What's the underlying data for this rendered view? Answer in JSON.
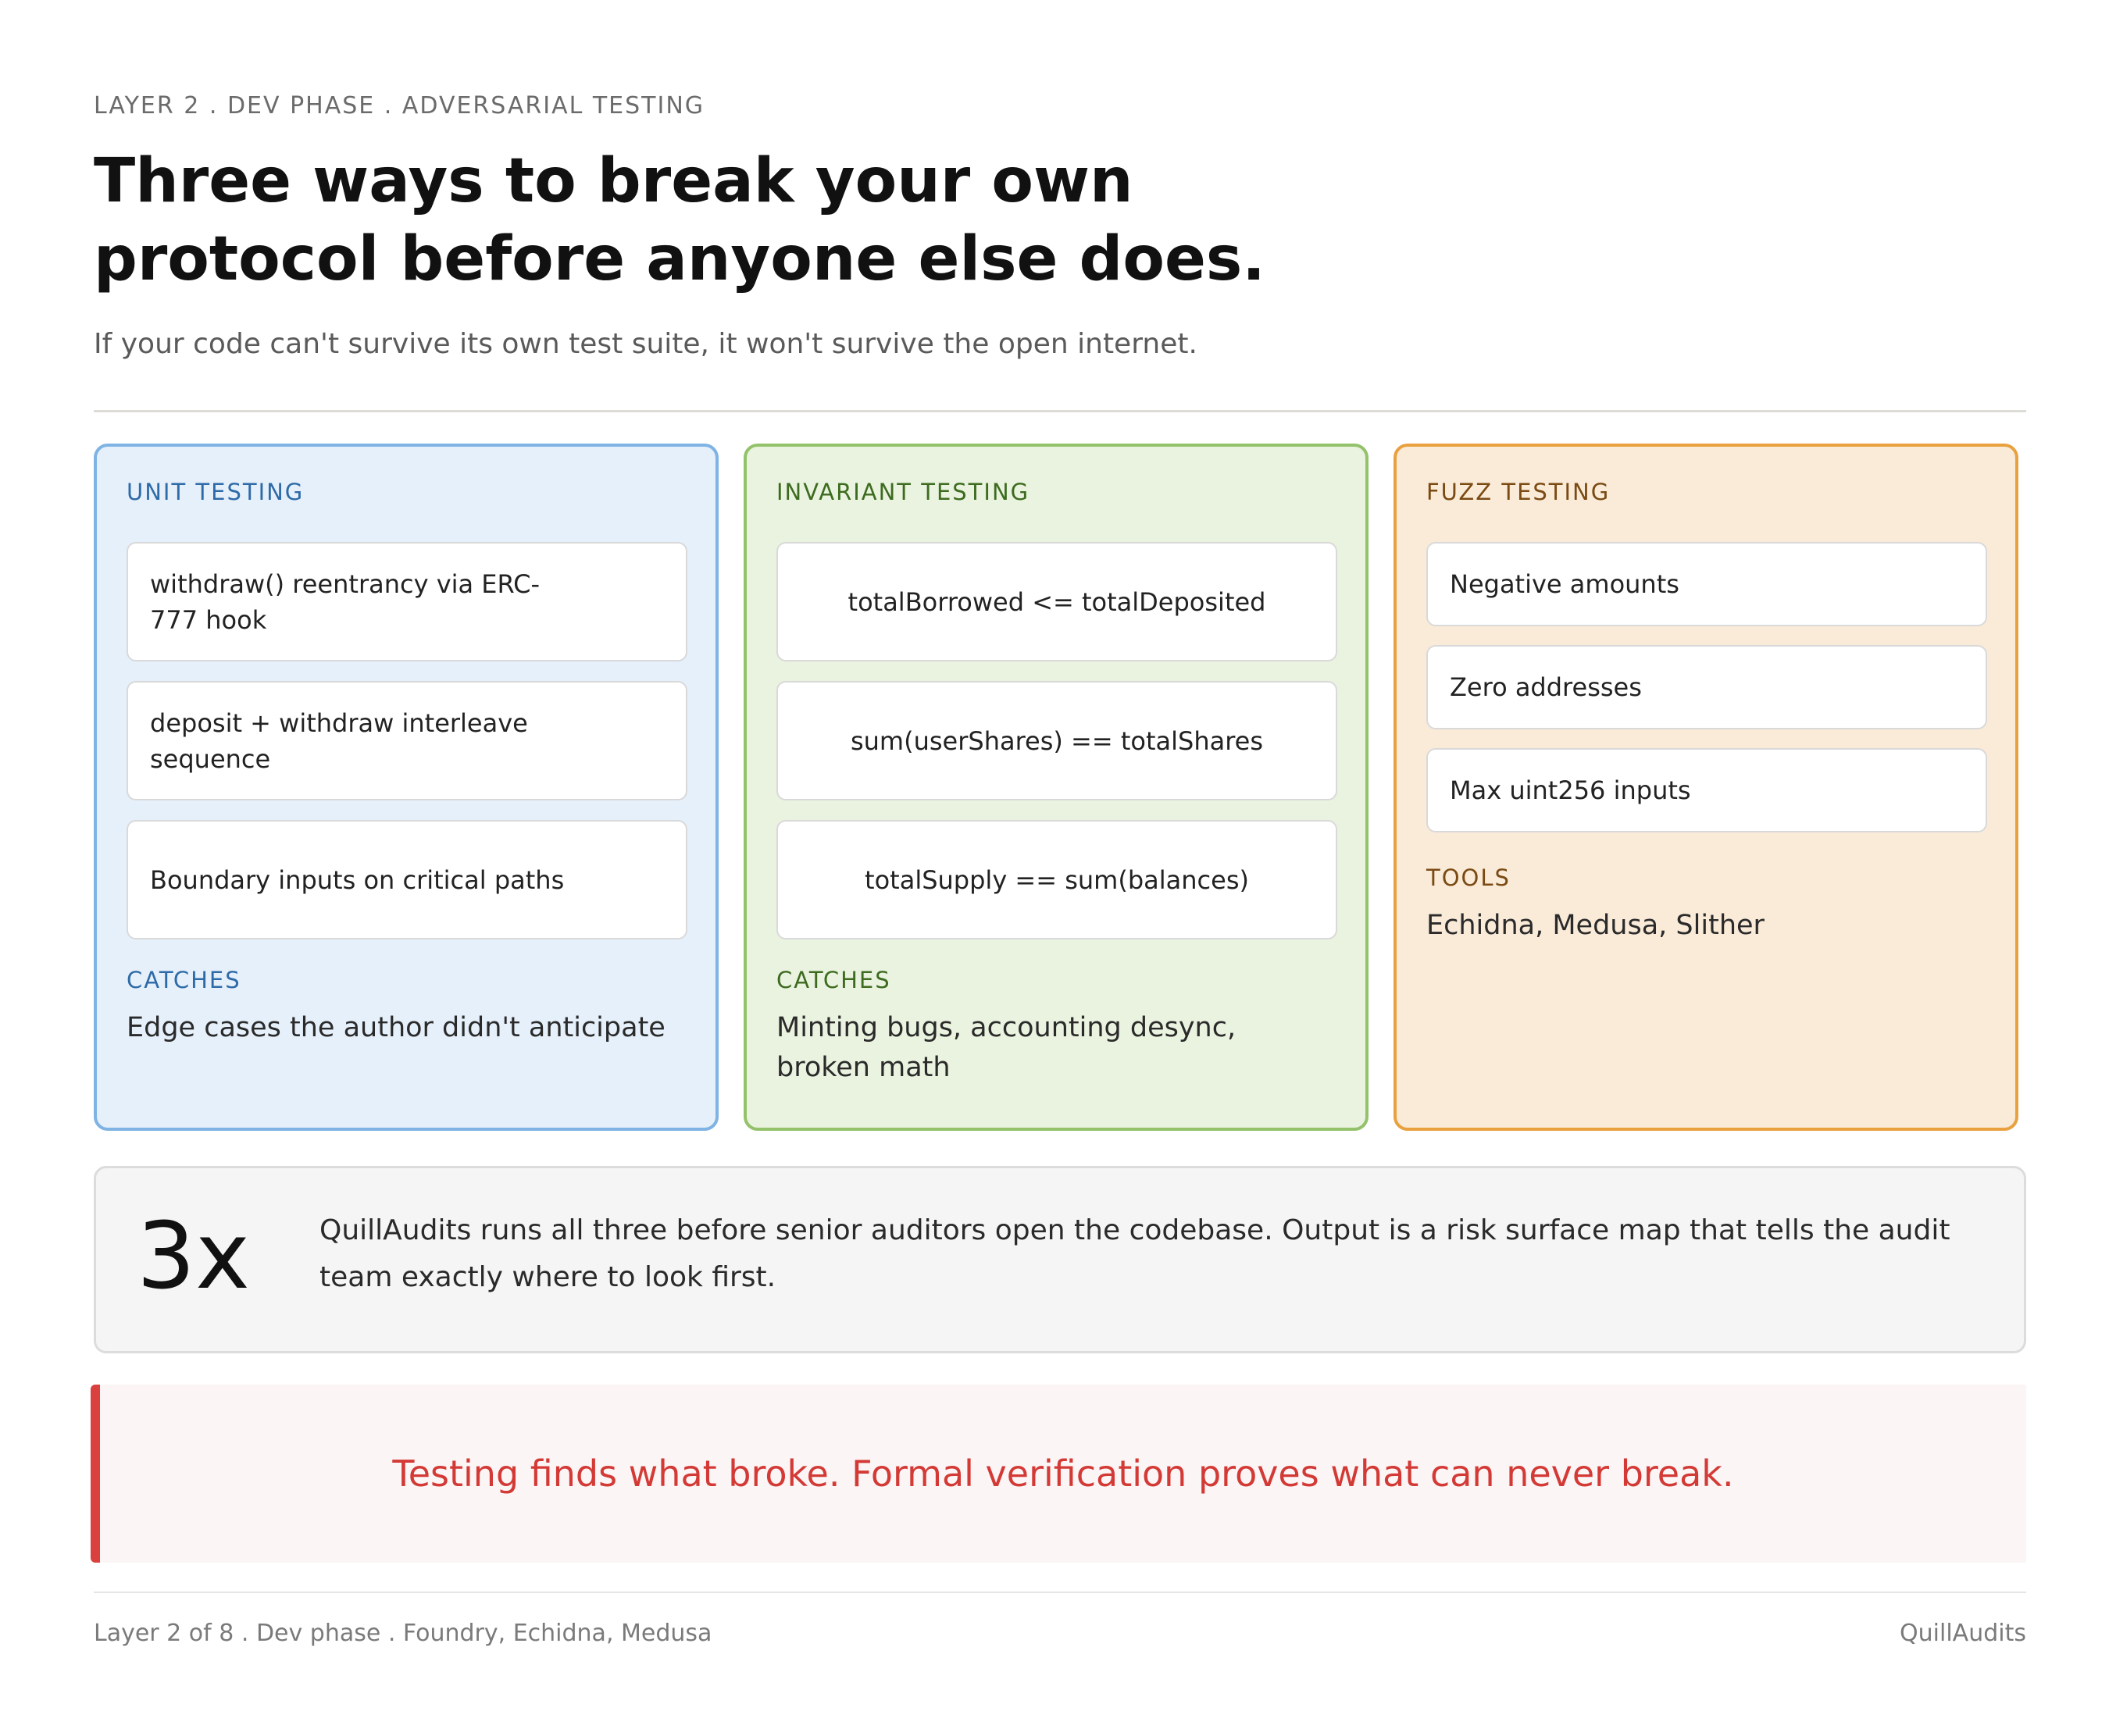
{
  "eyebrow": "LAYER 2 . DEV PHASE . ADVERSARIAL TESTING",
  "headline": "Three ways to break your own protocol before anyone else does.",
  "subhead": "If your code can't survive its own test suite, it won't survive the open internet.",
  "columns": [
    {
      "title": "UNIT TESTING",
      "accent": "#7eb3e4",
      "items": [
        "withdraw() reentrancy via ERC-777 hook",
        "deposit + withdraw interleave sequence",
        "Boundary inputs on critical paths"
      ],
      "section_label": "CATCHES",
      "section_text": "Edge cases the author didn't anticipate"
    },
    {
      "title": "INVARIANT TESTING",
      "accent": "#93c26a",
      "items": [
        "totalBorrowed <= totalDeposited",
        "sum(userShares) == totalShares",
        "totalSupply == sum(balances)"
      ],
      "section_label": "CATCHES",
      "section_text": "Minting bugs, accounting desync, broken math"
    },
    {
      "title": "FUZZ TESTING",
      "accent": "#e9a140",
      "items": [
        "Negative amounts",
        "Zero addresses",
        "Max uint256 inputs"
      ],
      "section_label": "TOOLS",
      "section_text": "Echidna, Medusa, Slither"
    }
  ],
  "stat": {
    "value": "3x",
    "text": "QuillAudits runs all three before senior auditors open the codebase. Output is a risk surface map that tells the audit team exactly where to look first."
  },
  "callout": {
    "text": "Testing finds what broke. Formal verification proves what can never break.",
    "color": "#d33a36"
  },
  "footer": {
    "left": "Layer 2 of 8 . Dev phase . Foundry, Echidna, Medusa",
    "right": "QuillAudits"
  }
}
